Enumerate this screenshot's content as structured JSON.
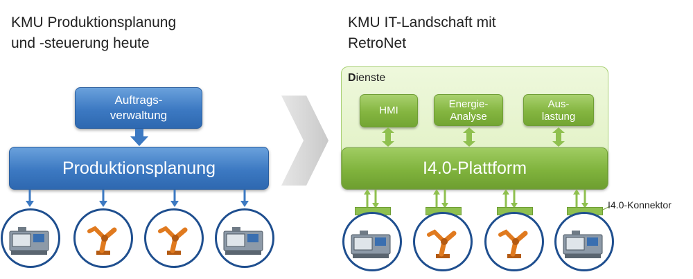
{
  "left": {
    "heading_line1": "KMU Produktionsplanung",
    "heading_line2": "und -steuerung heute",
    "order_box_line1": "Auftrags-",
    "order_box_line2": "verwaltung",
    "planning_box": "Produktionsplanung"
  },
  "right": {
    "heading_line1": "KMU IT-Landschaft mit",
    "heading_line2": "RetroNet",
    "services_label_bold": "D",
    "services_label_rest": "ienste",
    "services": [
      {
        "line1": "HMI",
        "line2": ""
      },
      {
        "line1": "Energie-",
        "line2": "Analyse"
      },
      {
        "line1": "Aus-",
        "line2": "lastung"
      }
    ],
    "platform": "I4.0-Plattform",
    "connector_label": "I4.0-Konnektor"
  },
  "colors": {
    "blue": "#3c79c2",
    "green": "#84b540",
    "circle_border": "#1f4f8f",
    "robot": "#e07a1f"
  }
}
